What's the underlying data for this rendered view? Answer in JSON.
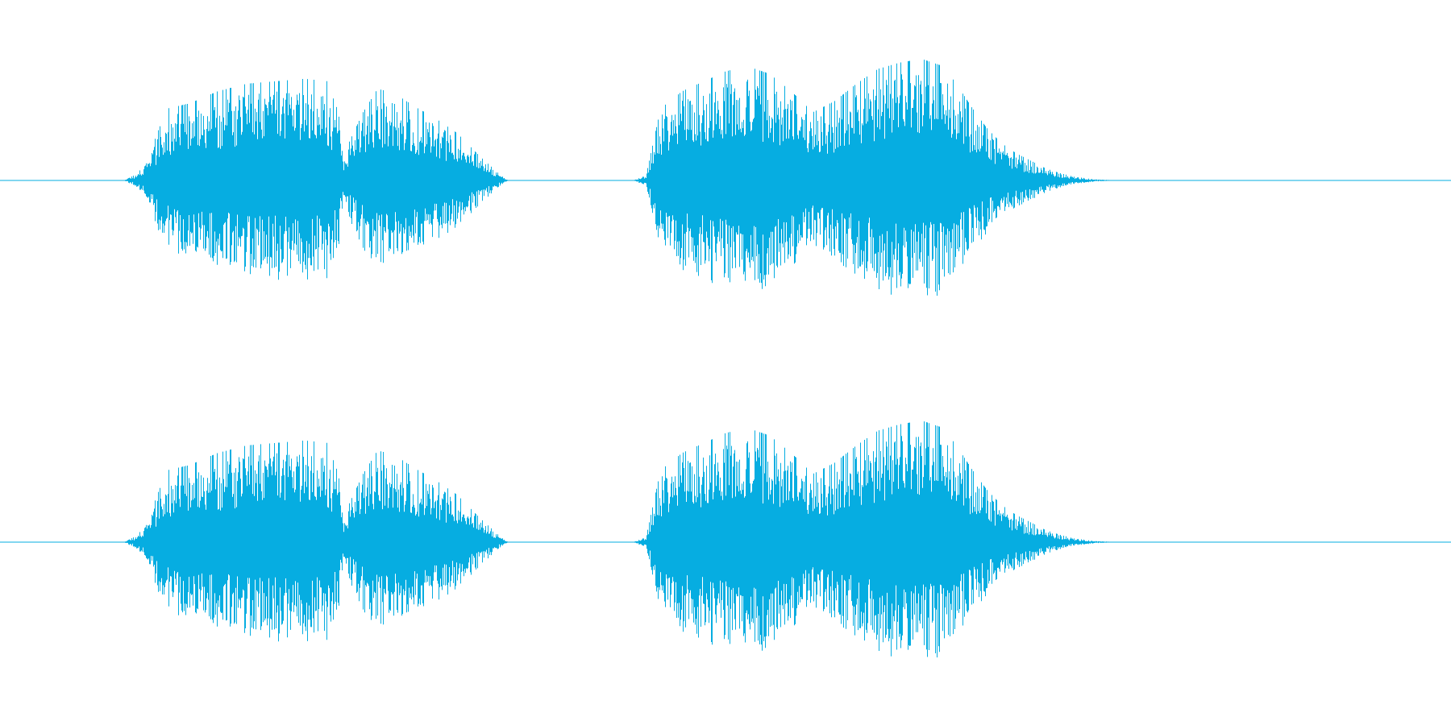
{
  "chart_data": {
    "type": "area",
    "channels": 2,
    "color": "#06ade1",
    "background": "#ffffff",
    "x_range": [
      0,
      1
    ],
    "y_range": [
      -1,
      1
    ],
    "axes_visible": false,
    "grid": false,
    "channel_labels": [],
    "envelope": {
      "x": [
        0.0,
        0.085,
        0.092,
        0.1,
        0.108,
        0.115,
        0.13,
        0.15,
        0.17,
        0.19,
        0.21,
        0.225,
        0.233,
        0.236,
        0.24,
        0.25,
        0.26,
        0.272,
        0.285,
        0.3,
        0.315,
        0.33,
        0.345,
        0.35,
        0.357,
        0.362,
        0.38,
        0.4,
        0.42,
        0.43,
        0.436,
        0.445,
        0.455,
        0.47,
        0.485,
        0.5,
        0.515,
        0.53,
        0.545,
        0.56,
        0.575,
        0.59,
        0.605,
        0.62,
        0.635,
        0.65,
        0.66,
        0.67,
        0.68,
        0.69,
        0.7,
        0.71,
        0.72,
        0.73,
        0.74,
        0.75,
        0.76,
        0.775,
        1.0
      ],
      "amplitude": [
        0.0,
        0.0,
        0.04,
        0.12,
        0.38,
        0.58,
        0.62,
        0.72,
        0.78,
        0.8,
        0.82,
        0.8,
        0.55,
        0.22,
        0.3,
        0.55,
        0.74,
        0.7,
        0.6,
        0.5,
        0.38,
        0.2,
        0.04,
        0.0,
        0.0,
        0.0,
        0.0,
        0.0,
        0.0,
        0.0,
        0.0,
        0.04,
        0.58,
        0.72,
        0.8,
        0.88,
        0.92,
        0.86,
        0.72,
        0.55,
        0.64,
        0.78,
        0.9,
        0.95,
        0.98,
        0.92,
        0.76,
        0.58,
        0.42,
        0.3,
        0.22,
        0.16,
        0.1,
        0.06,
        0.03,
        0.015,
        0.005,
        0.0,
        0.0
      ]
    }
  }
}
